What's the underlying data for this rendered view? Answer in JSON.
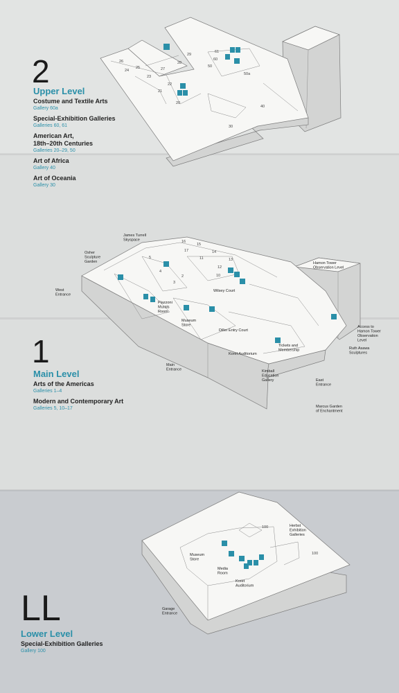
{
  "upper": {
    "level": "2",
    "title": "Upper Level",
    "entries": [
      {
        "name": "Costume and Textile Arts",
        "galleries": "Gallery 60a"
      },
      {
        "name": "Special-Exhibition Galleries",
        "galleries": "Galleries 60, 61"
      },
      {
        "name": "American Art,\n18th–20th Centuries",
        "galleries": "Galleries 20–29, 50"
      },
      {
        "name": "Art of Africa",
        "galleries": "Gallery 40"
      },
      {
        "name": "Art of Oceania",
        "galleries": "Gallery 30"
      }
    ],
    "gallery_numbers": [
      "26",
      "25",
      "24",
      "23",
      "27",
      "28",
      "29",
      "22",
      "21",
      "20",
      "61",
      "60",
      "50",
      "50a",
      "40",
      "30"
    ]
  },
  "main": {
    "level": "1",
    "title": "Main Level",
    "entries": [
      {
        "name": "Arts of the Americas",
        "galleries": "Galleries 1–4"
      },
      {
        "name": "Modern and Contemporary Art",
        "galleries": "Galleries 5, 10–17"
      }
    ],
    "gallery_numbers": [
      "16",
      "15",
      "17",
      "14",
      "5",
      "11",
      "13",
      "4",
      "12",
      "2",
      "10",
      "3"
    ],
    "labels": {
      "turrell": "James Turrell\nSkyspace",
      "osher": "Osher\nSculpture\nGarden",
      "west": "West\nEntrance",
      "hamon": "Hamon Tower\nObservation Level",
      "wilsey": "Wilsey Court",
      "piazzoni": "Piazzoni\nMurals\nRoom",
      "museum_store": "Museum\nStore",
      "diller": "Diller Entry Court",
      "access": "Access to\nHamon Tower\nObservation\nLevel",
      "ruth": "Ruth Asawa\nSculptures",
      "tickets": "Tickets and\nMembership",
      "koret": "Koret Auditorium",
      "kimball": "Kimball\nEducation\nGallery",
      "main_entrance": "Main\nEntrance",
      "east": "East\nEntrance",
      "marcus": "Marcus Garden\nof Enchantment"
    }
  },
  "lower": {
    "level": "LL",
    "title": "Lower Level",
    "entries": [
      {
        "name": "Special-Exhibition Galleries",
        "galleries": "Gallery 100"
      }
    ],
    "gallery_numbers": [
      "100",
      "100"
    ],
    "labels": {
      "herbst": "Herbst\nExhibition\nGalleries",
      "museum_store": "Museum\nStore",
      "media": "Media\nRoom",
      "koret": "Koret\nAuditorium",
      "garage": "Garage\nEntrance"
    }
  },
  "colors": {
    "accent": "#2a8fa8"
  }
}
